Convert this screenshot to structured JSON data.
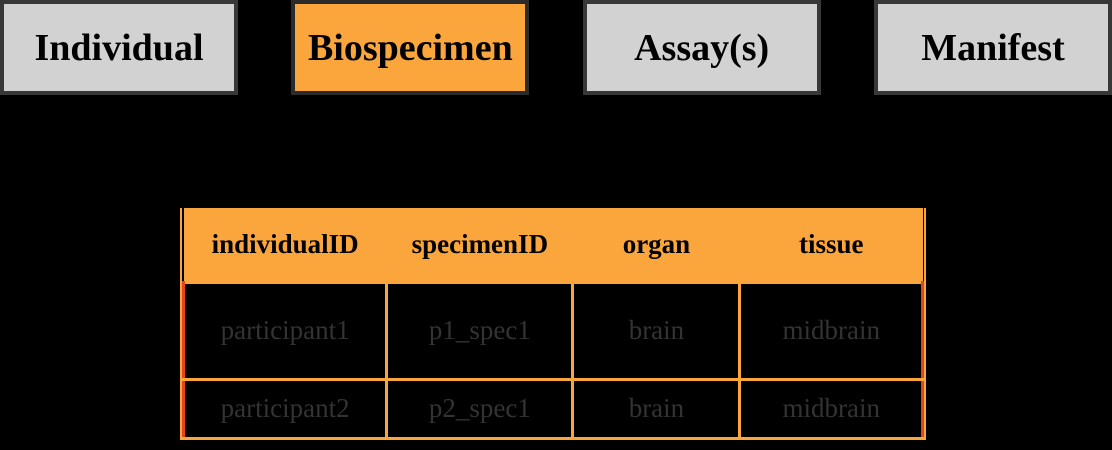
{
  "tabs": {
    "active_label": "Biospecimen",
    "items": [
      {
        "label": "Individual",
        "active": false
      },
      {
        "label": "Biospecimen",
        "active": true
      },
      {
        "label": "Assay(s)",
        "active": false
      },
      {
        "label": "Manifest",
        "active": false
      }
    ]
  },
  "table": {
    "headers": [
      "individualID",
      "specimenID",
      "organ",
      "tissue"
    ],
    "rows": [
      [
        "participant1",
        "p1_spec1",
        "brain",
        "midbrain"
      ],
      [
        "participant2",
        "p2_spec1",
        "brain",
        "midbrain"
      ]
    ]
  },
  "colors": {
    "background": "#000000",
    "accent_orange": "#FAA63C",
    "tab_gray": "#D2D2D2",
    "tab_border_dark": "#383838",
    "table_border_orange": "#FAA63C",
    "table_border_red_accent": "#E8431C",
    "body_cell_text": "#333333",
    "label_text": "#000000"
  }
}
